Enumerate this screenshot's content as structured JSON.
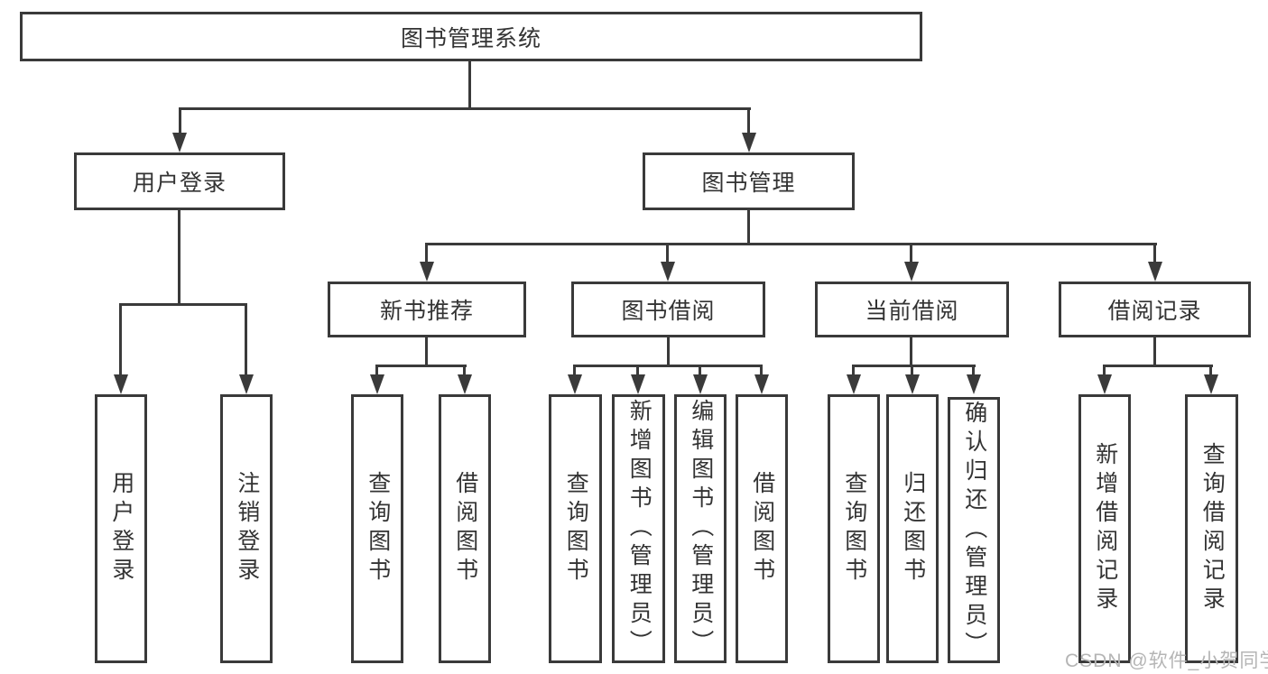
{
  "tree": {
    "root": {
      "label": "图书管理系统"
    },
    "branches": [
      {
        "label": "用户登录",
        "children": [
          "用户登录",
          "注销登录"
        ]
      },
      {
        "label": "图书管理",
        "children": [
          {
            "label": "新书推荐",
            "children": [
              "查询图书",
              "借阅图书"
            ]
          },
          {
            "label": "图书借阅",
            "children": [
              "查询图书",
              "新增图书（管理员）",
              "编辑图书（管理员）",
              "借阅图书"
            ]
          },
          {
            "label": "当前借阅",
            "children": [
              "查询图书",
              "归还图书",
              "确认归还（管理员）"
            ]
          },
          {
            "label": "借阅记录",
            "children": [
              "新增借阅记录",
              "查询借阅记录"
            ]
          }
        ]
      }
    ]
  },
  "watermark": "CSDN @软件_小贺同学",
  "colors": {
    "line": "#3a3a3a",
    "text": "#333333",
    "watermark": "#b5b5b5"
  }
}
